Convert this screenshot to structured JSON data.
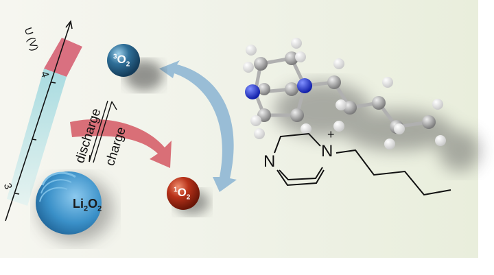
{
  "axis": {
    "label": "U (V)",
    "ticks": [
      {
        "value": "4",
        "position": "upper"
      },
      {
        "value": "",
        "position": "middle"
      },
      {
        "value": "3",
        "position": "lower"
      }
    ],
    "colors": {
      "high_region": "#d97080",
      "low_region": "#a8dbe0",
      "axis_line": "#111111"
    }
  },
  "reaction": {
    "discharge_label": "discharge",
    "charge_label": "charge",
    "arrow_color": "#d6606a"
  },
  "species": {
    "triplet_oxygen": {
      "sup": "3",
      "main": "O",
      "sub": "2",
      "color": "#2f6f98"
    },
    "singlet_oxygen": {
      "sup": "1",
      "main": "O",
      "sub": "2",
      "color": "#b8321a"
    },
    "lithium_peroxide": {
      "main": "Li",
      "sub1": "2",
      "main2": "O",
      "sub2": "2",
      "color": "#3a90c8"
    }
  },
  "conversion_arrow": {
    "color": "#8fb7d4"
  },
  "molecule": {
    "structure_labels": {
      "n_left": "N",
      "n_right": "N",
      "charge": "+"
    },
    "ball_stick_colors": {
      "carbon": "#a0a0a0",
      "nitrogen": "#1c2fe0",
      "hydrogen": "#f4f4f4"
    }
  }
}
